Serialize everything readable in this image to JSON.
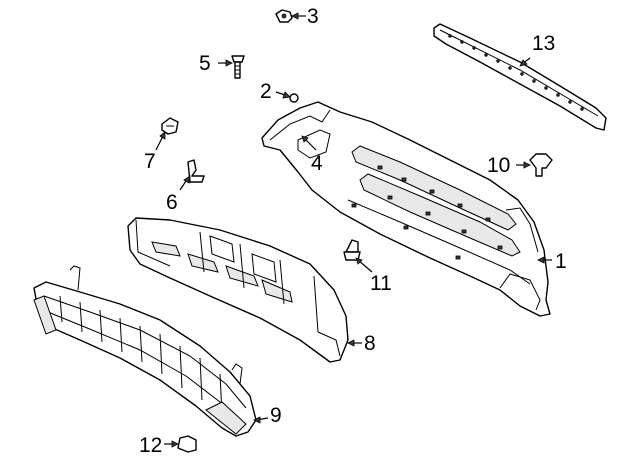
{
  "callouts": [
    {
      "id": "1",
      "label": "1",
      "part": "bumper-cover"
    },
    {
      "id": "2",
      "label": "2",
      "part": "small-plug"
    },
    {
      "id": "3",
      "label": "3",
      "part": "nut"
    },
    {
      "id": "4",
      "label": "4",
      "part": "corner-bracket"
    },
    {
      "id": "5",
      "label": "5",
      "part": "bolt"
    },
    {
      "id": "6",
      "label": "6",
      "part": "screw"
    },
    {
      "id": "7",
      "label": "7",
      "part": "clip"
    },
    {
      "id": "8",
      "label": "8",
      "part": "energy-absorber"
    },
    {
      "id": "9",
      "label": "9",
      "part": "reinforcement-beam"
    },
    {
      "id": "10",
      "label": "10",
      "part": "push-pin-retainer"
    },
    {
      "id": "11",
      "label": "11",
      "part": "retainer-pin"
    },
    {
      "id": "12",
      "label": "12",
      "part": "bumper-stop"
    },
    {
      "id": "13",
      "label": "13",
      "part": "step-pad-molding"
    }
  ]
}
